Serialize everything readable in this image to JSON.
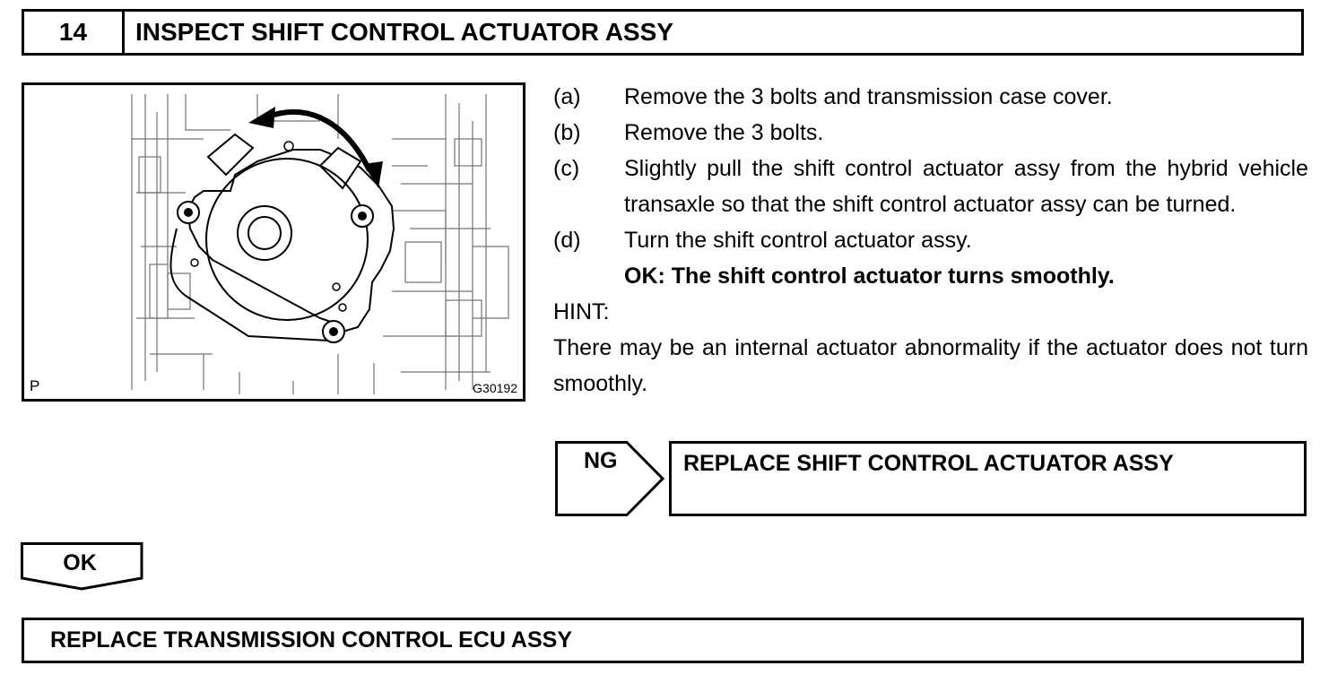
{
  "step": {
    "number": "14",
    "title": "INSPECT SHIFT CONTROL ACTUATOR ASSY"
  },
  "figure": {
    "label_p": "P",
    "code": "G30192"
  },
  "instructions": [
    {
      "letter": "(a)",
      "text": "Remove the 3 bolts and transmission case cover."
    },
    {
      "letter": "(b)",
      "text": "Remove the 3 bolts."
    },
    {
      "letter": "(c)",
      "text": "Slightly pull the shift control actuator assy from the hybrid vehicle transaxle so that the shift control actuator assy can be turned."
    },
    {
      "letter": "(d)",
      "text": "Turn the shift control actuator assy."
    }
  ],
  "ok_criteria": "OK: The shift control actuator turns smoothly.",
  "hint": {
    "label": "HINT:",
    "text": "There may be an internal actuator abnormality if the actuator does not turn smoothly."
  },
  "ng": {
    "label": "NG",
    "result": "REPLACE SHIFT CONTROL ACTUATOR ASSY"
  },
  "ok": {
    "label": "OK"
  },
  "final_action": "REPLACE TRANSMISSION CONTROL ECU ASSY"
}
